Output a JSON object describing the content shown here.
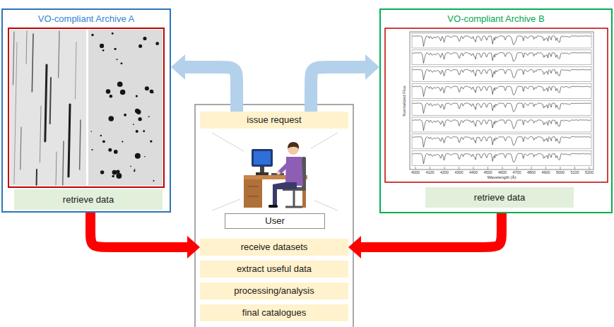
{
  "diagram": {
    "nodes": [
      {
        "text": [
          "VO-compliant Archive A"
        ]
      },
      {
        "text": [
          "retrieve data"
        ],
        "in": 0
      },
      {
        "text": [
          "VO-compliant Archive B"
        ]
      },
      {
        "text": [
          "retrieve data"
        ],
        "in": 2
      },
      {
        "text": [
          "issue request"
        ]
      },
      {
        "text": [
          "User"
        ]
      },
      {
        "text": [
          "receive datasets"
        ]
      },
      {
        "text": [
          "extract useful data"
        ]
      },
      {
        "text": [
          "processing/analysis"
        ]
      },
      {
        "text": [
          "final catalogues"
        ]
      }
    ],
    "edges": [
      {
        "from": 4,
        "to": 0,
        "arrow": "to"
      },
      {
        "from": 4,
        "to": 2,
        "arrow": "to"
      },
      {
        "from": 0,
        "to": 6,
        "arrow": "to"
      },
      {
        "from": 2,
        "to": 6,
        "arrow": "to"
      }
    ],
    "labels": [
      "Normalized Flux",
      "4000",
      "4100",
      "4200",
      "4300",
      "4400",
      "4500",
      "4600",
      "4700",
      "4800",
      "4900",
      "5000",
      "5100",
      "5200",
      "Wavelength (Å)"
    ]
  }
}
